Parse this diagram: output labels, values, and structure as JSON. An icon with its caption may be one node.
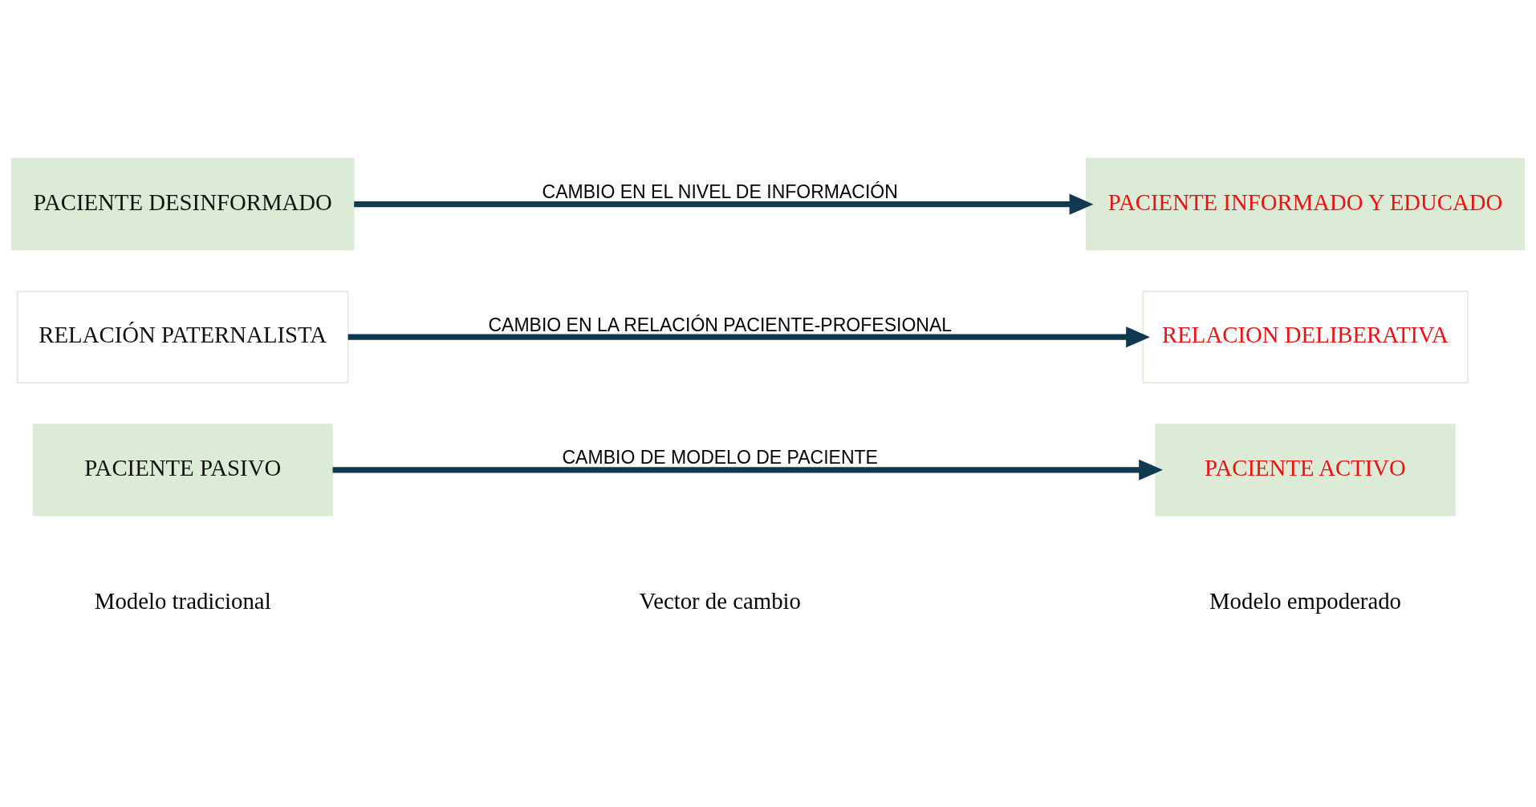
{
  "diagram": {
    "nodes": [
      {
        "text": [
          "PACIENTE PASIVO"
        ]
      },
      {
        "text": [
          "PACIENTE ACTIVO"
        ]
      },
      {
        "text": [
          "RELACIÓN PATERNALISTA"
        ]
      },
      {
        "text": [
          "RELACION DELIBERATIVA"
        ]
      },
      {
        "text": [
          "PACIENTE DESINFORMADO"
        ]
      },
      {
        "text": [
          "PACIENTE INFORMADO Y EDUCADO"
        ]
      }
    ],
    "edges": [
      {
        "from": 0,
        "to": 1,
        "arrow": "to",
        "label": "CAMBIO DE MODELO DE PACIENTE"
      },
      {
        "from": 2,
        "to": 3,
        "arrow": "to",
        "label": "CAMBIO EN LA RELACIÓN PACIENTE-PROFESIONAL"
      },
      {
        "from": 4,
        "to": 5,
        "arrow": "to",
        "label": "CAMBIO EN EL NIVEL DE INFORMACIÓN"
      }
    ],
    "labels": [
      "Modelo tradicional",
      "Vector de cambio",
      "Modelo empoderado"
    ]
  }
}
